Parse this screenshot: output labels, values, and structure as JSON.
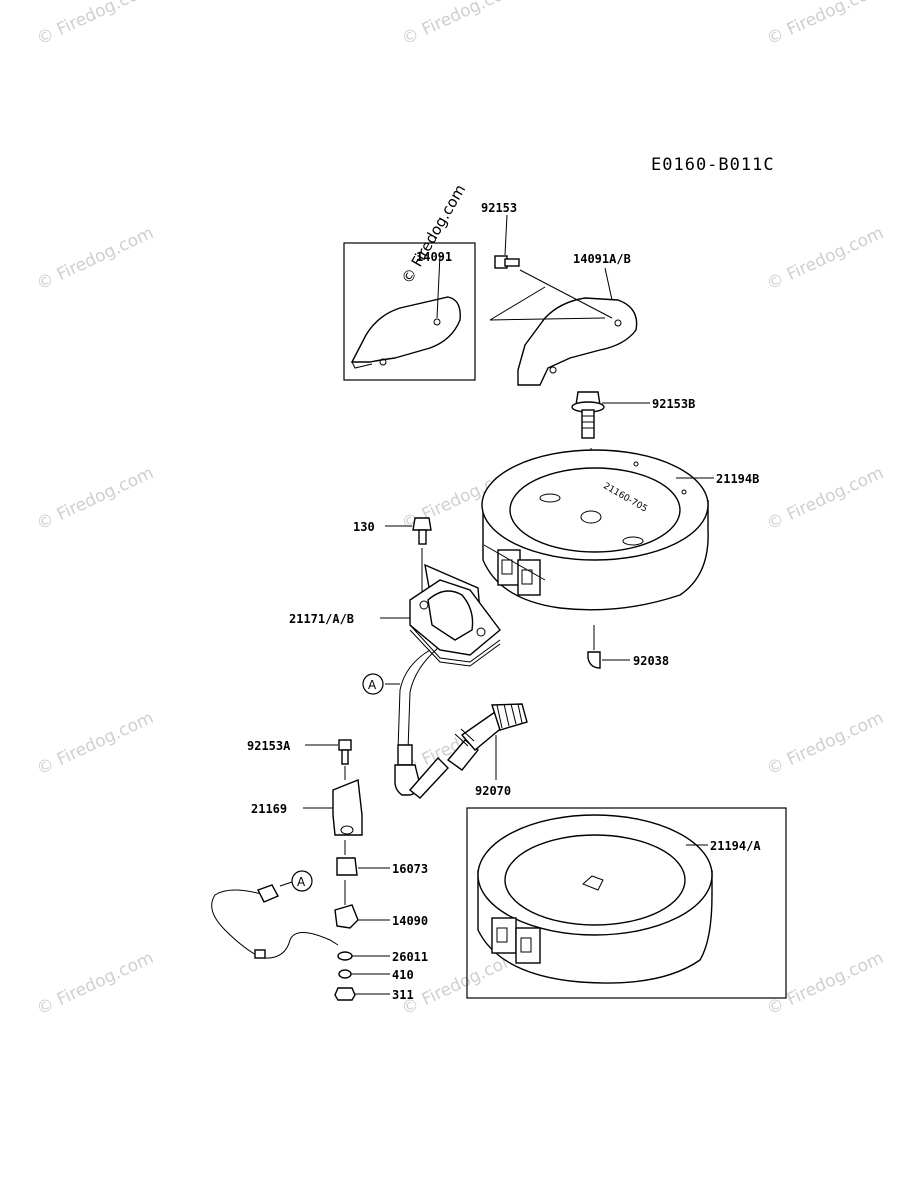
{
  "diagram_code": "E0160-B011C",
  "watermark": "© Firedog.com",
  "callout_letter": "A",
  "labels": {
    "p92153": "92153",
    "p14091": "14091",
    "p14091ab": "14091A/B",
    "p92153b": "92153B",
    "p21194b": "21194B",
    "p130": "130",
    "p21171ab": "21171/A/B",
    "p92038": "92038",
    "p92153a": "92153A",
    "p92070": "92070",
    "p21169": "21169",
    "p21194a": "21194/A",
    "p16073": "16073",
    "p14090": "14090",
    "p26011": "26011",
    "p410": "410",
    "p311": "311"
  }
}
